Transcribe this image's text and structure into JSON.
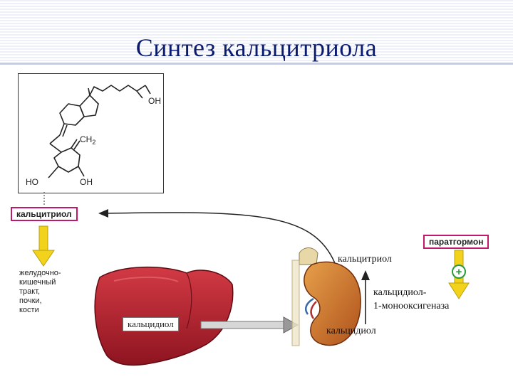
{
  "title": "Синтез кальцитриола",
  "molecule": {
    "oh_top": "OH",
    "ch2": "CH",
    "ch2_sub": "2",
    "ho_left": "HO",
    "oh_right": "OH"
  },
  "labels": {
    "calcitriol_box": "кальцитриол",
    "pth_box": "паратгормон",
    "liver_calcidiol": "кальцидиол",
    "kidney_calcitriol": "кальцитриол",
    "enzyme_line1": "кальцидиол-",
    "enzyme_line2": "1-монооксигеназа",
    "kidney_calcidiol": "кальцидиол",
    "plus_sign": "+"
  },
  "targets": [
    "желудочно-",
    "кишечный",
    "тракт,",
    "почки,",
    "кости"
  ],
  "colors": {
    "title": "#0a1a6e",
    "box_border": "#c0186a",
    "yellow_arrow": "#f2d21a",
    "organ": "#b5202c",
    "plus_circle": "#2a9a3a"
  }
}
